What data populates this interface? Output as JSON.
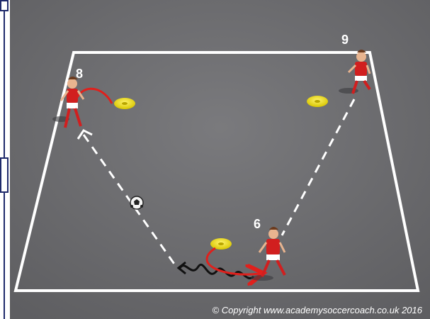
{
  "diagram": {
    "players": [
      {
        "id": "player-8",
        "number": "8",
        "kit_color": "#d11f1f"
      },
      {
        "id": "player-9",
        "number": "9",
        "kit_color": "#d11f1f"
      },
      {
        "id": "player-6",
        "number": "6",
        "kit_color": "#d11f1f"
      }
    ],
    "cones": [
      {
        "id": "cone-left",
        "color": "#f2e21a"
      },
      {
        "id": "cone-right",
        "color": "#f2e21a"
      },
      {
        "id": "cone-bottom",
        "color": "#f2e21a"
      }
    ],
    "colors": {
      "pitch": "#6f6f72",
      "lines": "#ffffff",
      "run_path": "#e0201c",
      "dribble_path": "#111111",
      "frame": "#1f2a6b"
    },
    "copyright": "© Copyright www.academysoccercoach.co.uk 2016"
  }
}
